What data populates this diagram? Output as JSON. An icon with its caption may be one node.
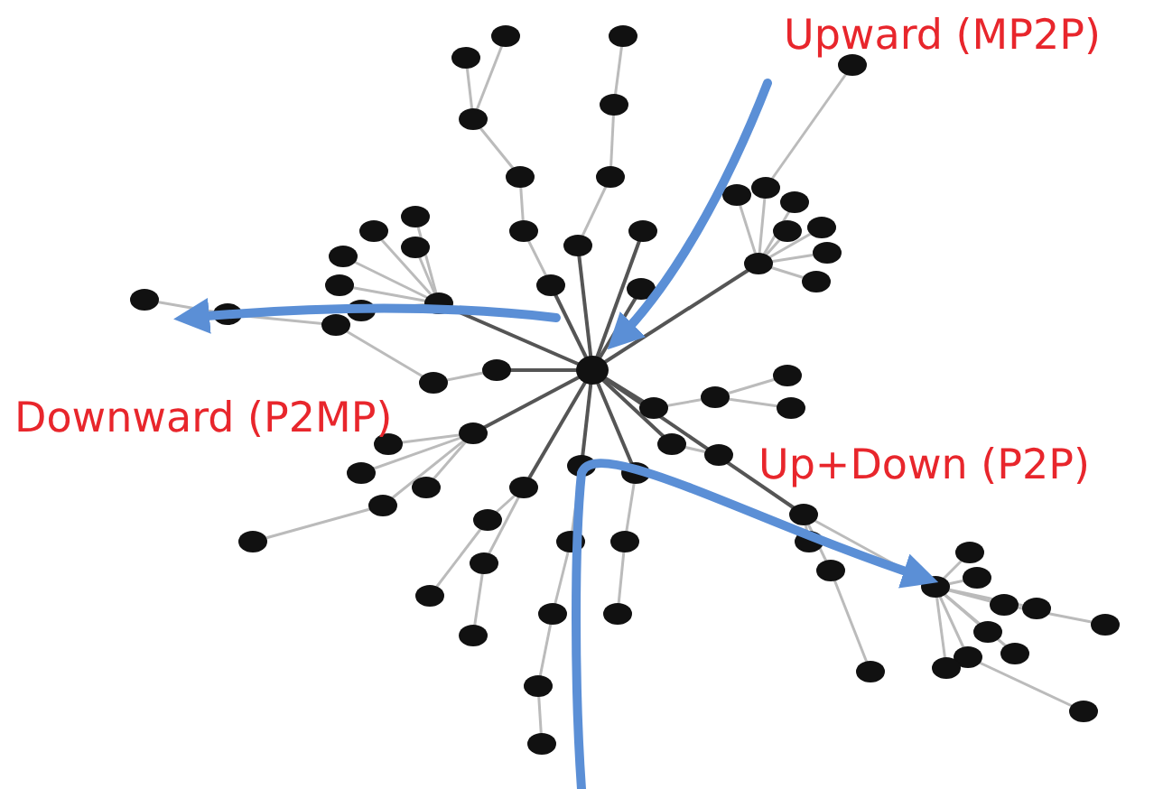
{
  "diagram": {
    "labels": [
      "Upward (MP2P)",
      "Downward (P2MP)",
      "Up+Down (P2P)"
    ]
  }
}
